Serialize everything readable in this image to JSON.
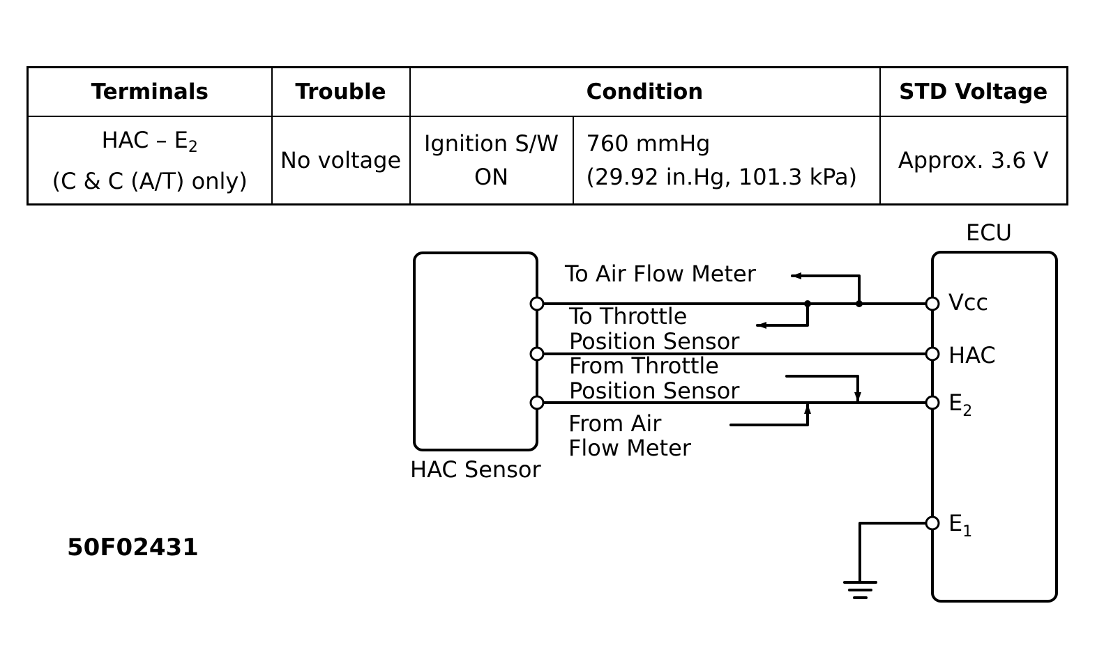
{
  "table": {
    "headers": {
      "terminals": "Terminals",
      "trouble": "Trouble",
      "condition": "Condition",
      "std_voltage": "STD Voltage"
    },
    "row": {
      "terminals_line1": "HAC – E",
      "terminals_line1_sub": "2",
      "terminals_line2": "(C & C (A/T) only)",
      "trouble": "No voltage",
      "condition_a_line1": "Ignition S/W",
      "condition_a_line2": "ON",
      "condition_b_line1": "760 mmHg",
      "condition_b_line2": "(29.92 in.Hg, 101.3 kPa)",
      "std_voltage": "Approx. 3.6 V"
    }
  },
  "diagram": {
    "ecu_label": "ECU",
    "sensor_label": "HAC Sensor",
    "pins": {
      "vcc": "Vcc",
      "hac": "HAC",
      "e2": "E",
      "e2_sub": "2",
      "e1": "E",
      "e1_sub": "1"
    },
    "wires": {
      "to_air_flow_meter": "To Air Flow Meter",
      "to_throttle_line1": "To Throttle",
      "to_throttle_line2": "Position Sensor",
      "from_throttle_line1": "From Throttle",
      "from_throttle_line2": "Position Sensor",
      "from_air_line1": "From Air",
      "from_air_line2": "Flow Meter"
    }
  },
  "figure_id": "50F02431"
}
